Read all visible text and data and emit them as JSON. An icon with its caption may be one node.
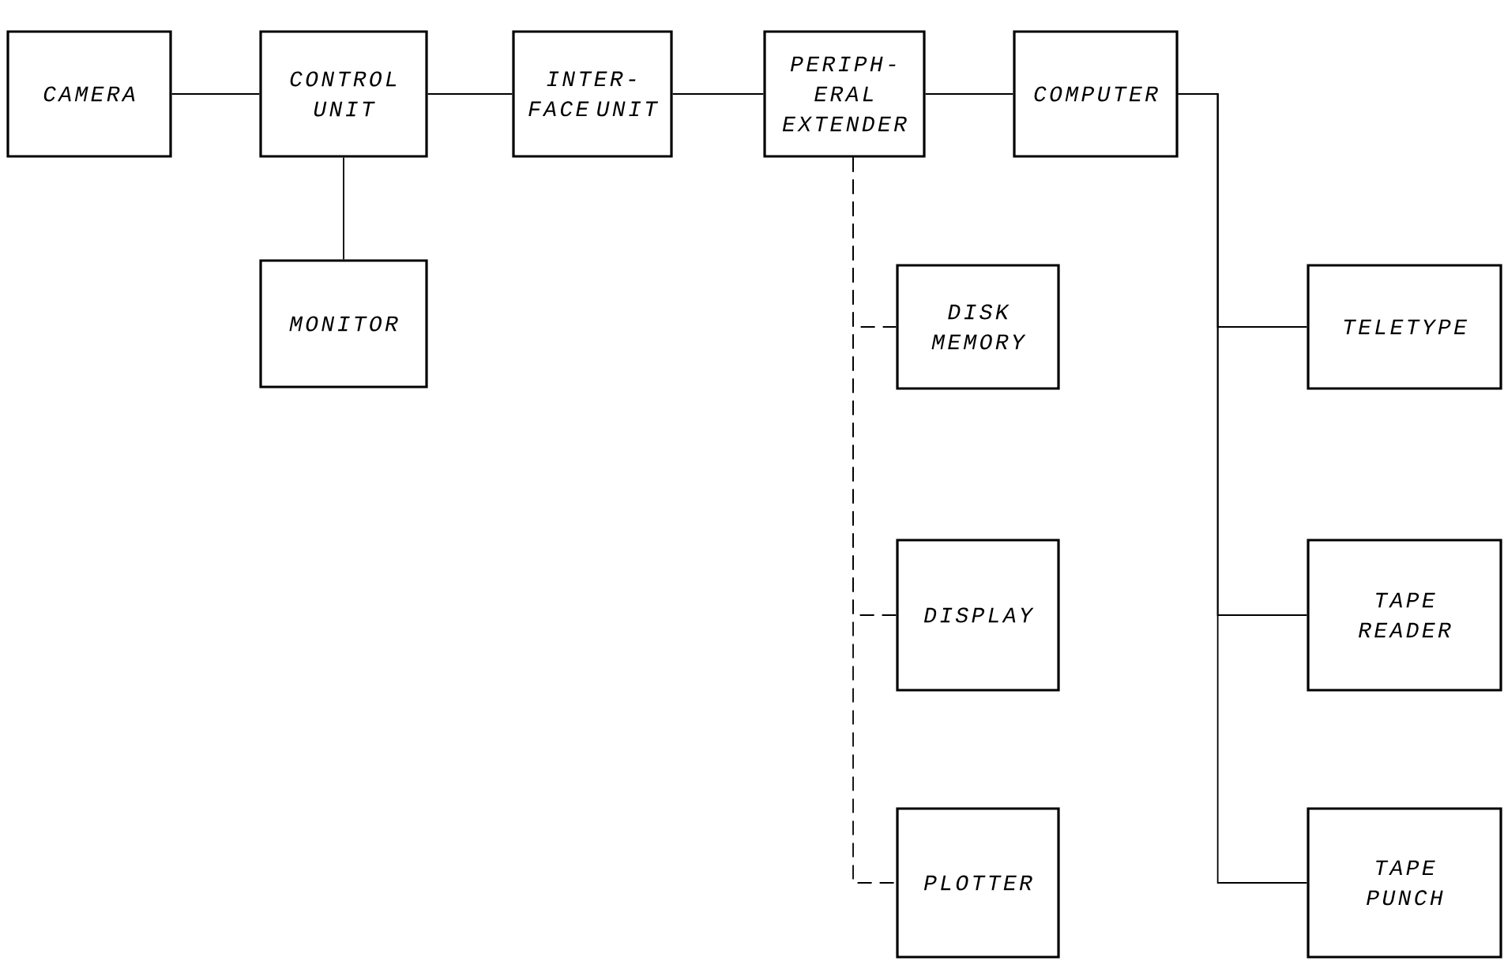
{
  "diagram": {
    "nodes": [
      {
        "text": [
          "CAMERA"
        ]
      },
      {
        "text": [
          "CONTROL UNIT"
        ]
      },
      {
        "text": [
          "INTER- FACE UNIT"
        ]
      },
      {
        "text": [
          "PERIPH- ERAL EXTENDER"
        ]
      },
      {
        "text": [
          "COMPUTER"
        ]
      },
      {
        "text": [
          "MONITOR"
        ]
      },
      {
        "text": [
          "DISK MEMORY"
        ]
      },
      {
        "text": [
          "TELETYPE"
        ]
      },
      {
        "text": [
          "DISPLAY"
        ]
      },
      {
        "text": [
          "TAPE READER"
        ]
      },
      {
        "text": [
          "PLOTTER"
        ]
      },
      {
        "text": [
          "TAPE PUNCH"
        ]
      }
    ],
    "edges": [
      {
        "from": 0,
        "to": 1,
        "arrow": "none"
      },
      {
        "from": 1,
        "to": 2,
        "arrow": "none"
      },
      {
        "from": 2,
        "to": 3,
        "arrow": "none"
      },
      {
        "from": 3,
        "to": 4,
        "arrow": "none"
      },
      {
        "from": 1,
        "to": 5,
        "arrow": "none"
      },
      {
        "from": 3,
        "to": 6,
        "arrow": "none",
        "style": "dashed"
      },
      {
        "from": 3,
        "to": 8,
        "arrow": "none",
        "style": "dashed"
      },
      {
        "from": 3,
        "to": 10,
        "arrow": "none",
        "style": "dashed"
      },
      {
        "from": 4,
        "to": 7,
        "arrow": "none"
      },
      {
        "from": 4,
        "to": 9,
        "arrow": "none"
      },
      {
        "from": 4,
        "to": 11,
        "arrow": "none"
      }
    ]
  }
}
